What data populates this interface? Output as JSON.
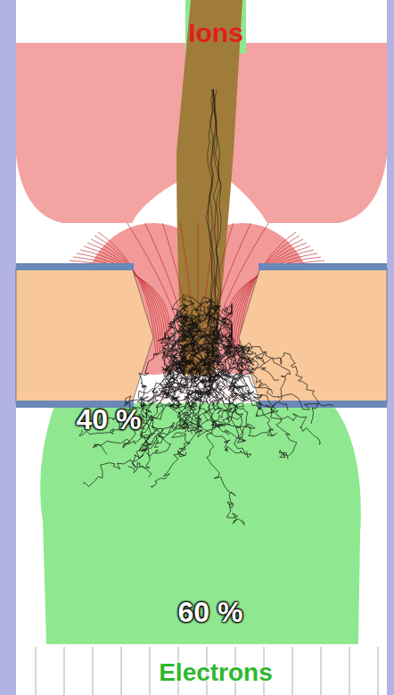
{
  "diagram": {
    "labels": [
      "Ions",
      "40 %",
      "60 %",
      "Electrons"
    ]
  }
}
